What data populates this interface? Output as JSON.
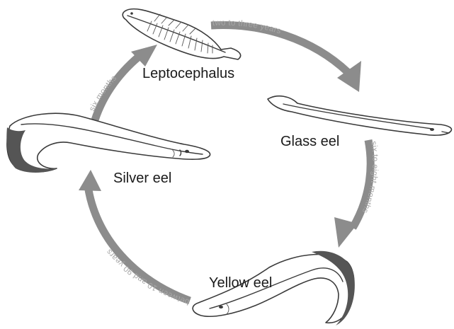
{
  "stages": {
    "leptocephalus": "Leptocephalus",
    "glass_eel": "Glass eel",
    "yellow_eel": "Yellow eel",
    "silver_eel": "Silver eel"
  },
  "transitions": {
    "lepto_to_glass": "two to three years",
    "glass_to_yellow": "six to eight months",
    "yellow_to_silver": "between 10 and 90 years",
    "silver_to_lepto": "six months"
  },
  "colors": {
    "arrow": "#8c8c8c",
    "arrow_text": "#a8a8a8",
    "outline": "#3a3a3a"
  }
}
